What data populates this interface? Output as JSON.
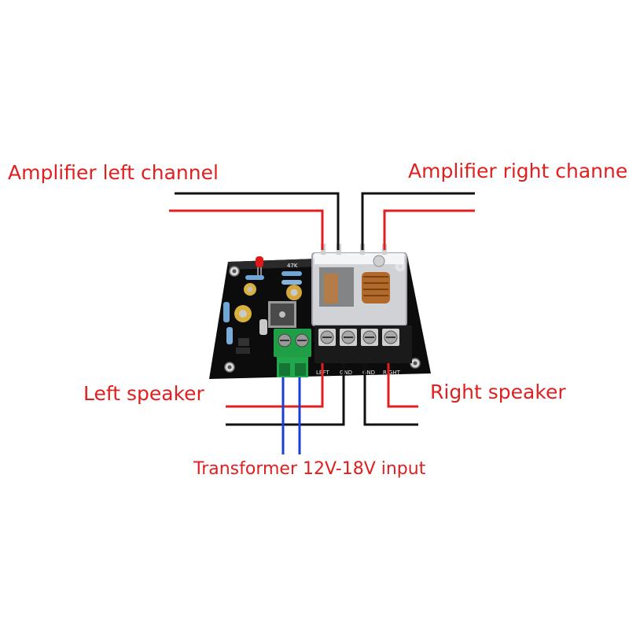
{
  "labels": {
    "amp_left": "Amplifier left channel",
    "amp_right": "Amplifier right channel",
    "speaker_left": "Left speaker",
    "speaker_right": "Right speaker",
    "transformer": "Transformer 12V-18V input"
  },
  "board": {
    "silkscreen_terminals": [
      "LEFT",
      "GND",
      "GND",
      "RIGHT"
    ],
    "resistor_label": "47K"
  },
  "colors": {
    "label_text": "#e02020",
    "signal_wire": "#e02020",
    "ground_wire": "#111111",
    "power_wire": "#1a3fd6",
    "pcb": "#0c0c0c",
    "terminal_block": "#1f9e46",
    "background": "#ffffff"
  }
}
